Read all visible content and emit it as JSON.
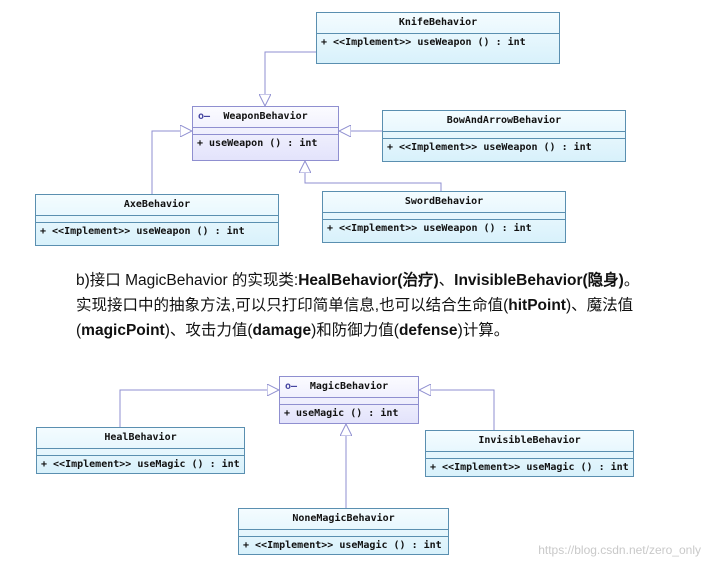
{
  "weapon_diagram": {
    "interface": {
      "badge": "o–",
      "name": "WeaponBehavior",
      "op": "+ useWeapon () : int"
    },
    "classes": [
      {
        "name": "KnifeBehavior",
        "op": "+ <<Implement>> useWeapon () : int"
      },
      {
        "name": "BowAndArrowBehavior",
        "op": "+ <<Implement>> useWeapon () : int"
      },
      {
        "name": "AxeBehavior",
        "op": "+ <<Implement>> useWeapon () : int"
      },
      {
        "name": "SwordBehavior",
        "op": "+ <<Implement>> useWeapon () : int"
      }
    ]
  },
  "description": {
    "p1": "b)接口 MagicBehavior 的实现类:",
    "p2": "HealBehavior(治疗)",
    "p3": "、",
    "p4": "InvisibleBehavior",
    "p5": "(隐身)",
    "p6": "。实现接口中的抽象方法,可以只打印简单信息,也可以结合生命值(",
    "p7": "hitPoint",
    "p8": ")、魔法值(",
    "p9": "magicPoint",
    "p10": ")、攻击力值(",
    "p11": "damage",
    "p12": ")和防御力值(",
    "p13": "defense",
    "p14": ")计算。"
  },
  "magic_diagram": {
    "interface": {
      "badge": "o–",
      "name": "MagicBehavior",
      "op": "+ useMagic () : int"
    },
    "classes": [
      {
        "name": "HealBehavior",
        "op": "+ <<Implement>> useMagic () : int"
      },
      {
        "name": "InvisibleBehavior",
        "op": "+ <<Implement>> useMagic () : int"
      },
      {
        "name": "NoneMagicBehavior",
        "op": "+ <<Implement>> useMagic () : int"
      }
    ]
  },
  "watermark": "https://blog.csdn.net/zero_only"
}
